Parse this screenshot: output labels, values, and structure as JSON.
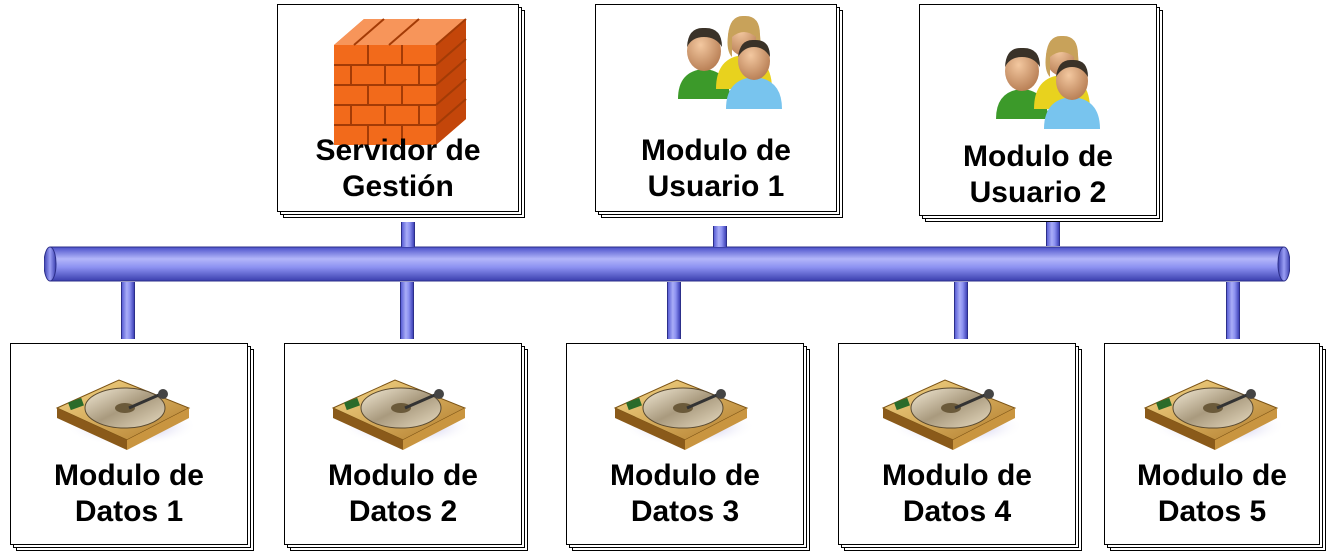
{
  "top_nodes": [
    {
      "id": "server",
      "line1": "Servidor de",
      "line2": "Gestión",
      "icon": "firewall-brick-icon"
    },
    {
      "id": "user1",
      "line1": "Modulo de",
      "line2": "Usuario 1",
      "icon": "users-group-icon"
    },
    {
      "id": "user2",
      "line1": "Modulo de",
      "line2": "Usuario 2",
      "icon": "users-group-icon"
    }
  ],
  "bottom_nodes": [
    {
      "id": "data1",
      "line1": "Modulo de",
      "line2": "Datos 1",
      "icon": "hard-drive-icon"
    },
    {
      "id": "data2",
      "line1": "Modulo de",
      "line2": "Datos 2",
      "icon": "hard-drive-icon"
    },
    {
      "id": "data3",
      "line1": "Modulo de",
      "line2": "Datos 3",
      "icon": "hard-drive-icon"
    },
    {
      "id": "data4",
      "line1": "Modulo de",
      "line2": "Datos 4",
      "icon": "hard-drive-icon"
    },
    {
      "id": "data5",
      "line1": "Modulo de",
      "line2": "Datos 5",
      "icon": "hard-drive-icon"
    }
  ],
  "colors": {
    "bus": "#7b80ee",
    "bus_dark": "#3f43b8",
    "brick": "#f26a1b"
  }
}
